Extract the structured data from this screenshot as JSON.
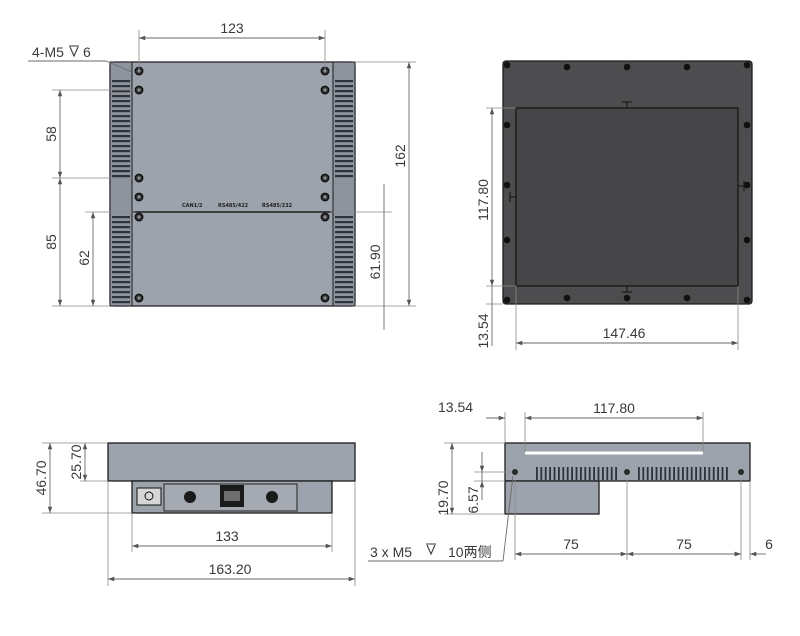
{
  "drawing": {
    "views": {
      "top_view": {
        "dims": {
          "width_top": "123",
          "thread_callout": "4-M5",
          "thread_depth": "6",
          "left_upper": "58",
          "left_lower": "85",
          "left_inner": "62",
          "right_overall": "162",
          "right_lower": "61.90"
        },
        "port_labels": [
          "CAN1/2",
          "RS485/422",
          "RS485/232"
        ]
      },
      "bottom_view": {
        "dims": {
          "height": "117.80",
          "offset": "13.54",
          "width": "147.46"
        }
      },
      "front_view": {
        "dims": {
          "overall_height": "46.70",
          "upper_height": "25.70",
          "lower_width": "133",
          "overall_width": "163.20"
        }
      },
      "side_view": {
        "dims": {
          "offset": "13.54",
          "length": "117.80",
          "height": "19.70",
          "hole_height": "6.57",
          "pitch_1": "75",
          "pitch_2": "75",
          "end_offset": "6"
        },
        "hole_callout": "3 x  M5",
        "hole_callout_suffix": "10两侧"
      }
    },
    "colors": {
      "body_fill": "#9da3ad",
      "bottom_fill": "#4d4d4f",
      "edge": "#1c1c1c",
      "dim_line": "#6a6a6a",
      "dim_text": "#3a3a3a"
    }
  }
}
